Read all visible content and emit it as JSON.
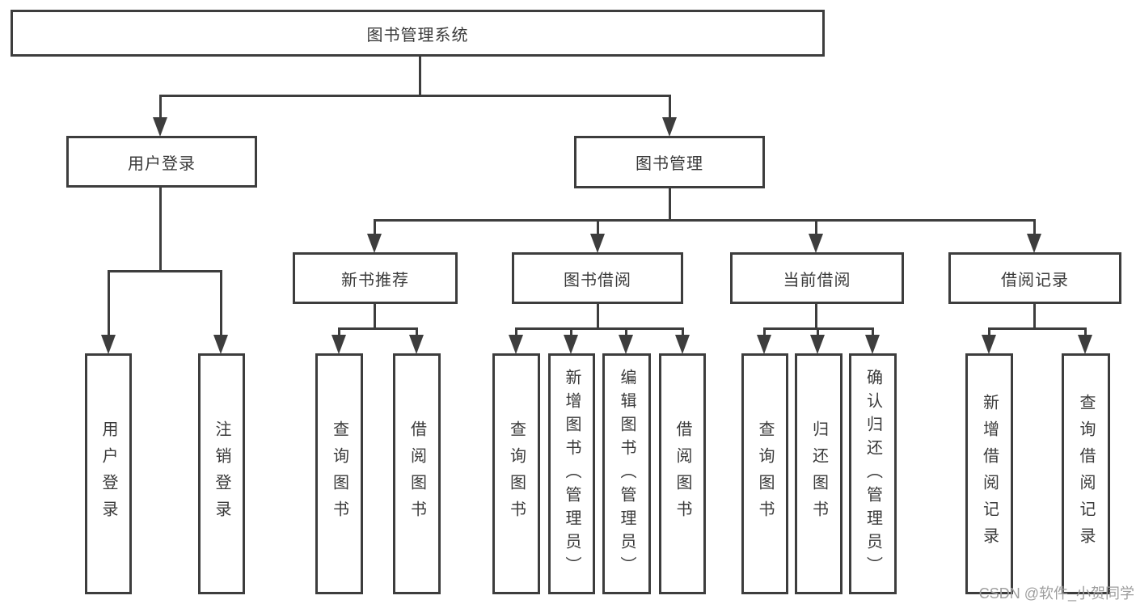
{
  "diagram": {
    "title": "图书管理系统",
    "root": {
      "label": "图书管理系统"
    },
    "level2": [
      {
        "label": "用户登录"
      },
      {
        "label": "图书管理"
      }
    ],
    "level3": [
      {
        "label": "新书推荐"
      },
      {
        "label": "图书借阅"
      },
      {
        "label": "当前借阅"
      },
      {
        "label": "借阅记录"
      }
    ],
    "leaves": {
      "user_login": [
        {
          "label": "用户登录"
        },
        {
          "label": "注销登录"
        }
      ],
      "new_book": [
        {
          "label": "查询图书"
        },
        {
          "label": "借阅图书"
        }
      ],
      "book_borrow": [
        {
          "label": "查询图书"
        },
        {
          "label": "新增图书（管理员）"
        },
        {
          "label": "编辑图书（管理员）"
        },
        {
          "label": "借阅图书"
        }
      ],
      "current_borrow": [
        {
          "label": "查询图书"
        },
        {
          "label": "归还图书"
        },
        {
          "label": "确认归还（管理员）"
        }
      ],
      "borrow_record": [
        {
          "label": "新增借阅记录"
        },
        {
          "label": "查询借阅记录"
        }
      ]
    }
  },
  "watermark": {
    "text": "CSDN @软件_小贺同学"
  },
  "colors": {
    "line": "#3d3d3d",
    "text": "#3a3a3a",
    "background": "#ffffff",
    "watermark": "#9e9e9e"
  }
}
